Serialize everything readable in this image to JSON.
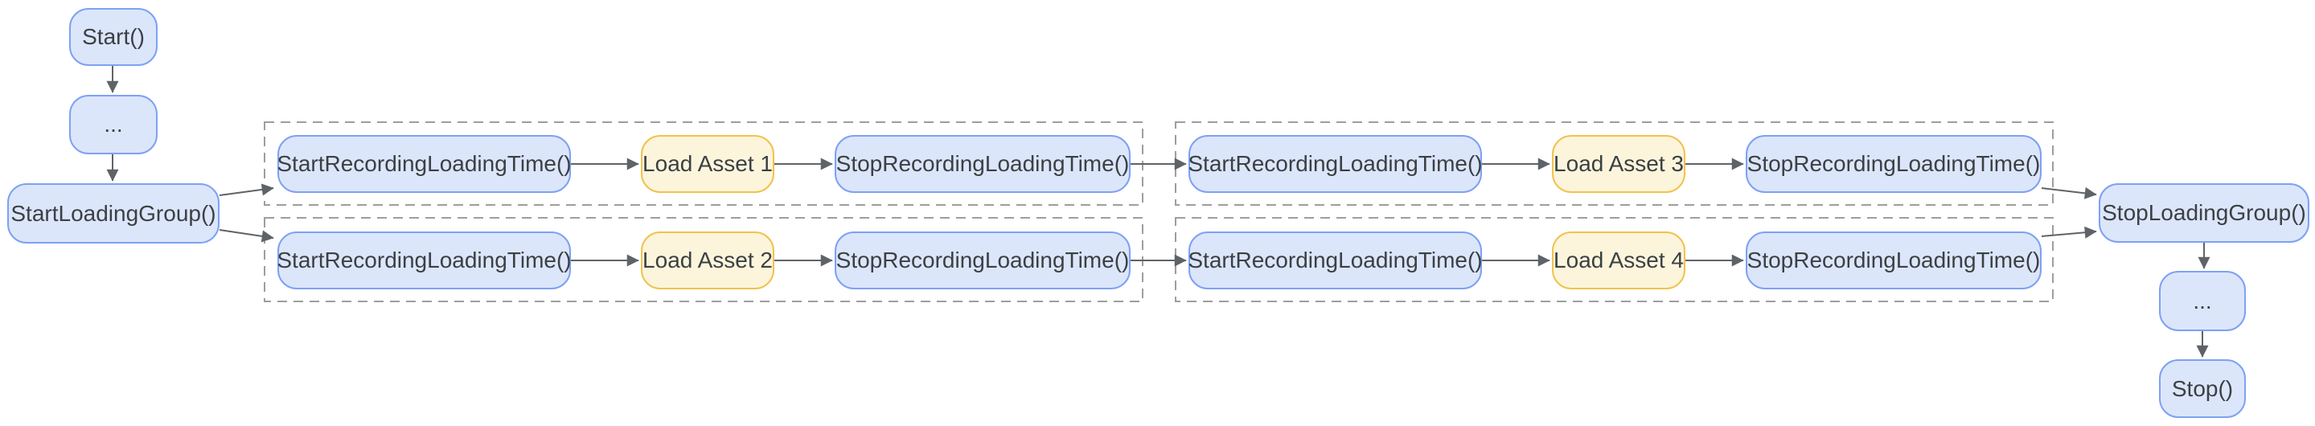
{
  "diagram": {
    "type": "flowchart",
    "background": "#ffffff",
    "colors": {
      "node_blue_fill": "#dce6fb",
      "node_blue_border": "#7da1f4",
      "node_yellow_fill": "#fcf5dc",
      "node_yellow_border": "#f1c24d",
      "arrow": "#5f6368",
      "group_border": "#9e9e9e",
      "text": "#3c4043"
    },
    "nodes": [
      {
        "id": "start",
        "label": "Start()",
        "style": "blue"
      },
      {
        "id": "ellipsis-top",
        "label": "...",
        "style": "blue"
      },
      {
        "id": "start-loading-group",
        "label": "StartLoadingGroup()",
        "style": "blue"
      },
      {
        "id": "start-recording-1",
        "label": "StartRecordingLoadingTime()",
        "style": "blue"
      },
      {
        "id": "load-asset-1",
        "label": "Load Asset 1",
        "style": "yellow"
      },
      {
        "id": "stop-recording-1",
        "label": "StopRecordingLoadingTime()",
        "style": "blue"
      },
      {
        "id": "start-recording-2",
        "label": "StartRecordingLoadingTime()",
        "style": "blue"
      },
      {
        "id": "load-asset-2",
        "label": "Load Asset 2",
        "style": "yellow"
      },
      {
        "id": "stop-recording-2",
        "label": "StopRecordingLoadingTime()",
        "style": "blue"
      },
      {
        "id": "start-recording-3",
        "label": "StartRecordingLoadingTime()",
        "style": "blue"
      },
      {
        "id": "load-asset-3",
        "label": "Load Asset 3",
        "style": "yellow"
      },
      {
        "id": "stop-recording-3",
        "label": "StopRecordingLoadingTime()",
        "style": "blue"
      },
      {
        "id": "start-recording-4",
        "label": "StartRecordingLoadingTime()",
        "style": "blue"
      },
      {
        "id": "load-asset-4",
        "label": "Load Asset 4",
        "style": "yellow"
      },
      {
        "id": "stop-recording-4",
        "label": "StopRecordingLoadingTime()",
        "style": "blue"
      },
      {
        "id": "stop-loading-group",
        "label": "StopLoadingGroup()",
        "style": "blue"
      },
      {
        "id": "ellipsis-bottom",
        "label": "...",
        "style": "blue"
      },
      {
        "id": "stop",
        "label": "Stop()",
        "style": "blue"
      }
    ],
    "groups": [
      {
        "id": "dashed-group-1-top",
        "nodes": [
          "start-recording-1",
          "load-asset-1",
          "stop-recording-1"
        ]
      },
      {
        "id": "dashed-group-1-bottom",
        "nodes": [
          "start-recording-2",
          "load-asset-2",
          "stop-recording-2"
        ]
      },
      {
        "id": "dashed-group-2-top",
        "nodes": [
          "start-recording-3",
          "load-asset-3",
          "stop-recording-3"
        ]
      },
      {
        "id": "dashed-group-2-bottom",
        "nodes": [
          "start-recording-4",
          "load-asset-4",
          "stop-recording-4"
        ]
      }
    ],
    "edges": [
      [
        "start",
        "ellipsis-top"
      ],
      [
        "ellipsis-top",
        "start-loading-group"
      ],
      [
        "start-loading-group",
        "start-recording-1"
      ],
      [
        "start-loading-group",
        "start-recording-2"
      ],
      [
        "start-recording-1",
        "load-asset-1"
      ],
      [
        "load-asset-1",
        "stop-recording-1"
      ],
      [
        "stop-recording-1",
        "start-recording-3"
      ],
      [
        "start-recording-2",
        "load-asset-2"
      ],
      [
        "load-asset-2",
        "stop-recording-2"
      ],
      [
        "stop-recording-2",
        "start-recording-4"
      ],
      [
        "start-recording-3",
        "load-asset-3"
      ],
      [
        "load-asset-3",
        "stop-recording-3"
      ],
      [
        "start-recording-4",
        "load-asset-4"
      ],
      [
        "load-asset-4",
        "stop-recording-4"
      ],
      [
        "stop-recording-3",
        "stop-loading-group"
      ],
      [
        "stop-recording-4",
        "stop-loading-group"
      ],
      [
        "stop-loading-group",
        "ellipsis-bottom"
      ],
      [
        "ellipsis-bottom",
        "stop"
      ]
    ]
  }
}
